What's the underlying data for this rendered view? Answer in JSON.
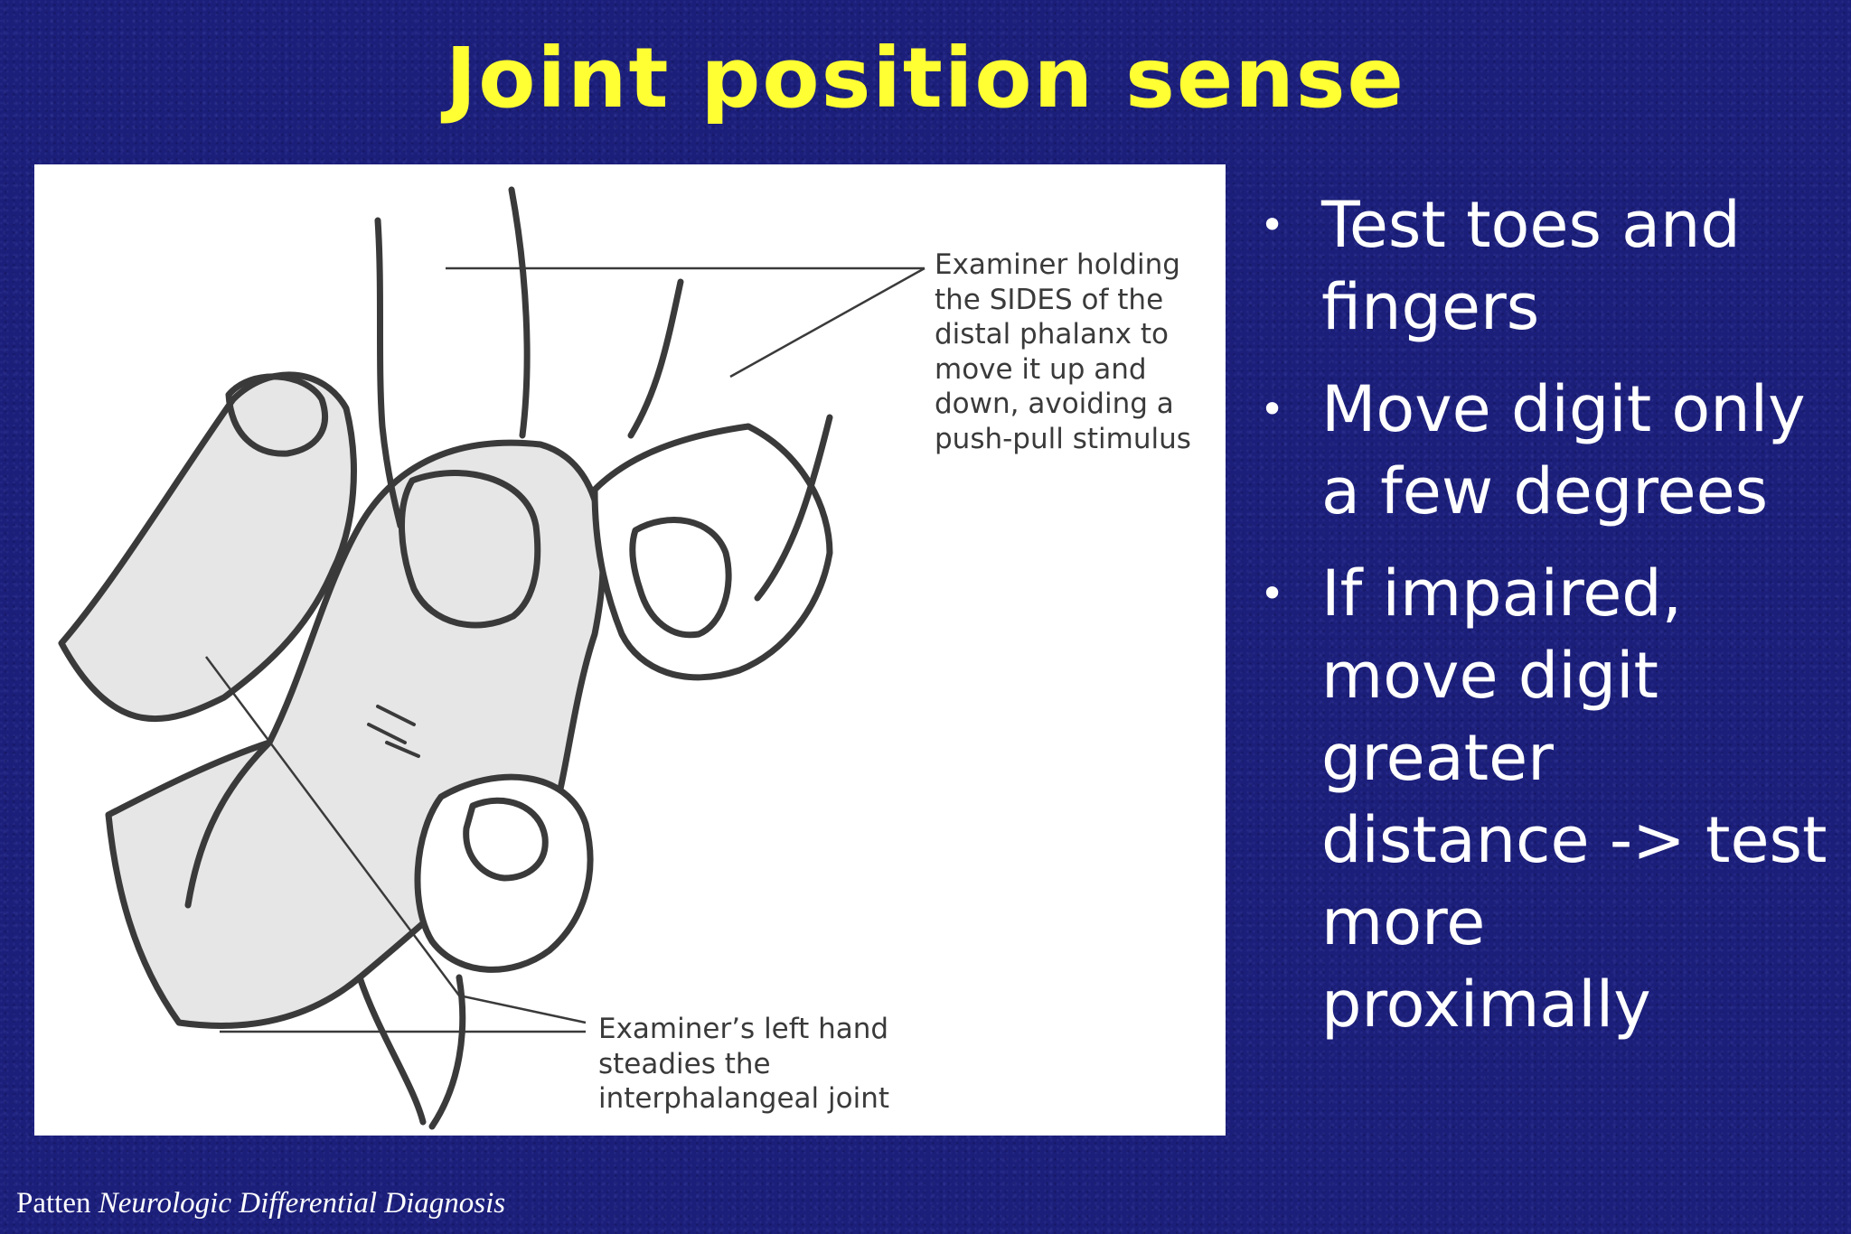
{
  "title": "Joint position sense",
  "figure": {
    "callout_top": "Examiner holding\nthe SIDES of the\ndistal phalanx to\nmove it up and\ndown, avoiding a\npush-pull stimulus",
    "callout_bottom": "Examiner’s left hand\nsteadies the\ninterphalangeal joint"
  },
  "bullets": [
    {
      "marker": "•",
      "text": "Test toes and fingers"
    },
    {
      "marker": "•",
      "text": "Move digit only a few degrees"
    },
    {
      "marker": "•",
      "text": "If impaired, move digit greater distance -> test more proximally"
    }
  ],
  "citation": {
    "author": "Patten",
    "book": "Neurologic Differential Diagnosis"
  },
  "colors": {
    "background": "#1c1f7a",
    "title": "#ffff33",
    "bullet_text": "#ffffff",
    "figure_background": "#ffffff",
    "figure_shading": "#e6e6e6",
    "figure_ink": "#3a3a3a"
  }
}
